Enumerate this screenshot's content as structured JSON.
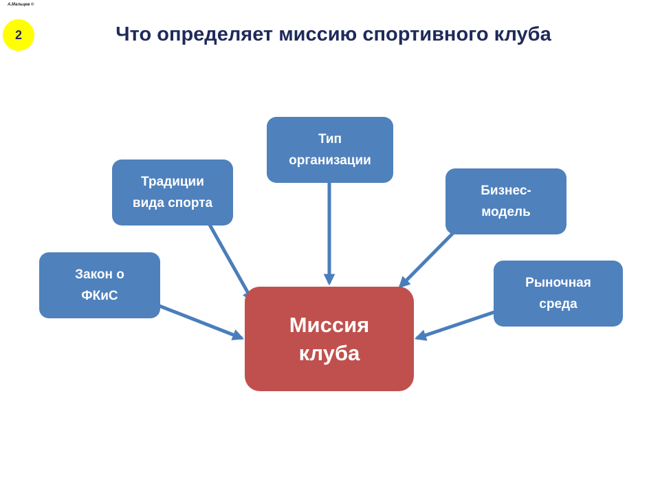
{
  "slide": {
    "copyright": "А.Мальцев ©",
    "number": "2",
    "title": "Что определяет миссию спортивного клуба"
  },
  "diagram": {
    "center": {
      "lines": [
        "Миссия",
        "клуба"
      ],
      "color": "#c0504d"
    },
    "factors": [
      {
        "id": "law",
        "lines": [
          "Закон о",
          "ФКиС"
        ]
      },
      {
        "id": "traditions",
        "lines": [
          "Традиции",
          "вида спорта"
        ]
      },
      {
        "id": "org-type",
        "lines": [
          "Тип",
          "организации"
        ]
      },
      {
        "id": "business-model",
        "lines": [
          "Бизнес-",
          "модель"
        ]
      },
      {
        "id": "market",
        "lines": [
          "Рыночная",
          "среда"
        ]
      }
    ],
    "factor_color": "#4f81bd",
    "arrow_color": "#4a7ebb",
    "badge_color": "#ffff00",
    "title_color": "#1f2a5a"
  }
}
